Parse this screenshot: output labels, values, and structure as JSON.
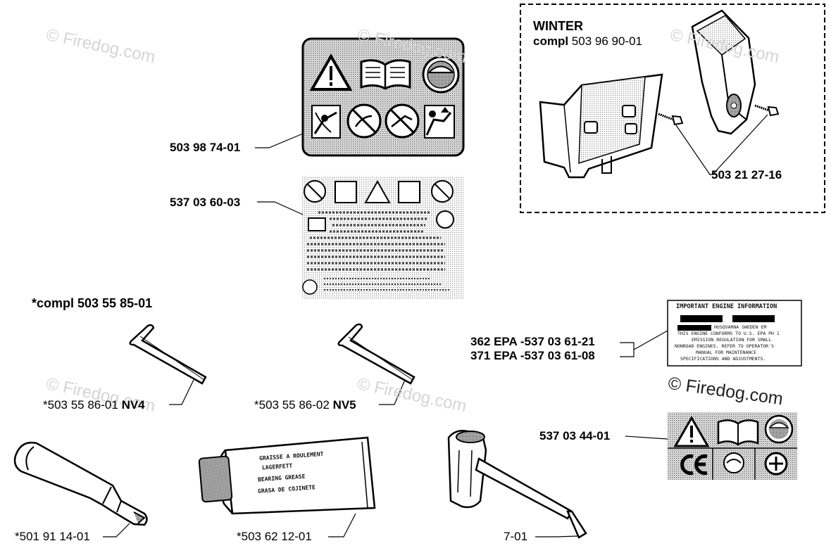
{
  "watermark": "© Firedog.com",
  "kits": {
    "winter_title": "WINTER",
    "winter_compl_prefix": "compl",
    "winter_compl_number": "503 96 90-01",
    "tool_kit_compl": "*compl 503 55 85-01"
  },
  "parts": {
    "decal_1": "503 98 74-01",
    "decal_2": "537 03 60-03",
    "screw": "503 21 27-16",
    "epa_362": "362 EPA -537 03 61-21",
    "epa_371": "371 EPA -537 03 61-08",
    "decal_ce": "537 03 44-01",
    "hex_key_4": "*503 55 86-01",
    "hex_key_4_size": "NV4",
    "hex_key_5": "*503 55 86-02",
    "hex_key_5_size": "NV5",
    "grease_gun": "*501 91 14-01",
    "grease_tube": "*503 62 12-01",
    "combi_wrench": "7-01"
  },
  "epa_label": {
    "heading": "IMPORTANT ENGINE INFORMATION",
    "line1": "HUSQVARNA SWEDEN EM",
    "line2": "THIS ENGINE CONFORMS TO U.S. EPA PH 1",
    "line3": "EMISSION REGULATION FOR SMALL",
    "line4": "NONROAD ENGINES. REFER TO OPERATOR'S",
    "line5": "MANUAL FOR MAINTENANCE",
    "line6": "SPECIFICATIONS AND ADJUSTMENTS."
  },
  "tube_text": {
    "line1": "GRAISSE A ROULEMENT",
    "line2": "LAGERFETT",
    "line3": "BEARING GREASE",
    "line4": "GRASA DE COJINETE"
  }
}
